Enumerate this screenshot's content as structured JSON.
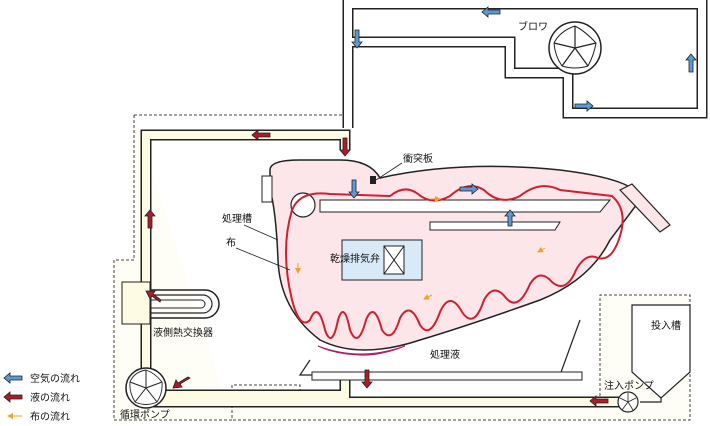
{
  "labels": {
    "blower": "ブロワ",
    "baffle": "衝突板",
    "treatment_tank": "処理槽",
    "cloth": "布",
    "dry_exhaust_valve": "乾燥排気弁",
    "liquid_heat_exchanger": "液側熱交換器",
    "treatment_liquid": "処理液",
    "feed_tank": "投入槽",
    "injection_pump": "注入ポンプ",
    "circulation_pump": "循環ポンプ"
  },
  "legend": [
    {
      "key": "air",
      "label": "空気の流れ",
      "color": "#5b9bd5"
    },
    {
      "key": "liquid",
      "label": "液の流れ",
      "color": "#b01a2a"
    },
    {
      "key": "cloth",
      "label": "布の流れ",
      "color": "#f0a030"
    }
  ],
  "colors": {
    "pipe_fill": "#fdfbe4",
    "tank_fill": "#fde6ea",
    "cloth_line": "#d21f2f",
    "liquid_pool": "#d63d8a",
    "valve_box": "#d8e9f7",
    "stroke": "#222222"
  }
}
